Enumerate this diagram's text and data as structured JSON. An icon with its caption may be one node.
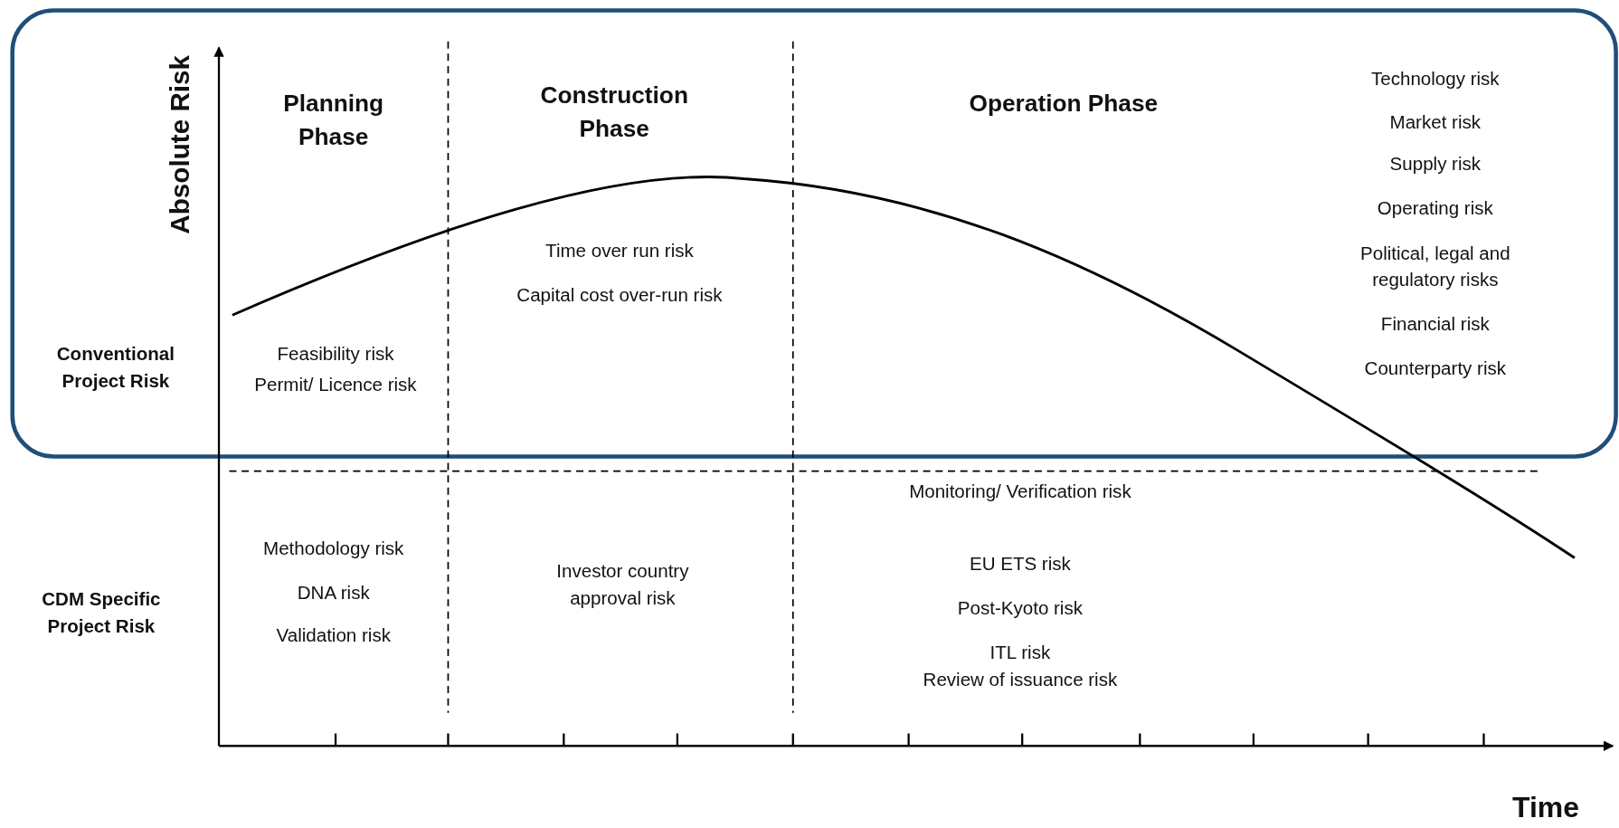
{
  "diagram": {
    "labels": [
      "Absolute Risk",
      "Planning Phase",
      "Construction Phase",
      "Operation Phase",
      "Technology risk",
      "Market risk",
      "Supply risk",
      "Operating risk",
      "Political, legal and regulatory risks",
      "Financial risk",
      "Counterparty risk",
      "Time over run risk",
      "Capital cost over-run risk",
      "Conventional Project Risk",
      "Feasibility risk",
      "Permit/ Licence risk",
      "Monitoring/ Verification risk",
      "EU ETS risk",
      "Post-Kyoto risk",
      "ITL risk",
      "Review of issuance risk",
      "Methodology risk",
      "DNA risk",
      "Validation risk",
      "Investor country approval risk",
      "CDM Specific Project Risk",
      "Time"
    ]
  }
}
